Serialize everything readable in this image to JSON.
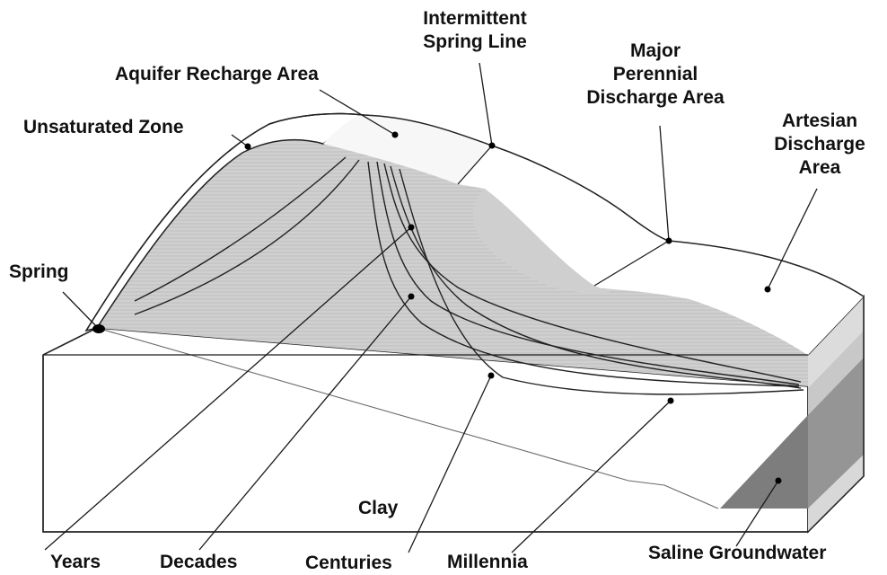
{
  "diagram": {
    "labels": {
      "intermittent_spring_line": [
        "Intermittent",
        "Spring Line"
      ],
      "aquifer_recharge_area": "Aquifer Recharge Area",
      "major_perennial_discharge_area": [
        "Major",
        "Perennial",
        "Discharge Area"
      ],
      "unsaturated_zone": "Unsaturated Zone",
      "artesian_discharge_area": [
        "Artesian",
        "Discharge",
        "Area"
      ],
      "spring": "Spring",
      "clay": "Clay",
      "years": "Years",
      "decades": "Decades",
      "centuries": "Centuries",
      "millennia": "Millennia",
      "saline_groundwater": "Saline Groundwater"
    },
    "colors": {
      "block_side": "#d8d8d8",
      "block_top_light": "#f4f4f4",
      "aquifer_fill": "#d3d3d3",
      "unsaturated_band": "#bdbdbd",
      "right_face": "#e2e2e2",
      "saline": "#7d7d7d",
      "saline_face": "#959595",
      "outline": "#222222"
    }
  }
}
